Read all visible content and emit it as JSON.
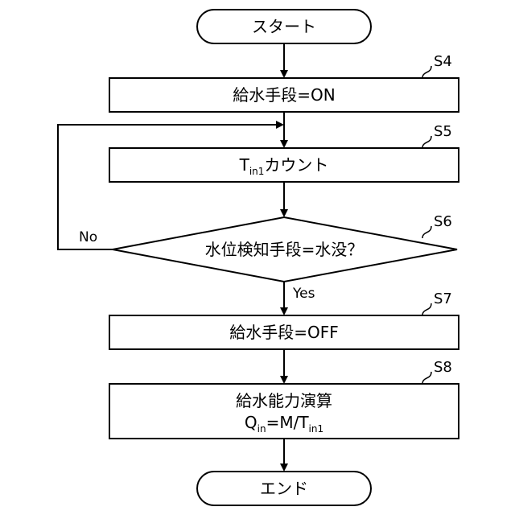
{
  "start": {
    "label": "スタート"
  },
  "end": {
    "label": "エンド"
  },
  "steps": {
    "s4": {
      "id": "S4",
      "label": "給水手段=ON"
    },
    "s5": {
      "id": "S5",
      "label_main": "T",
      "label_sub": "in1",
      "label_tail": "カウント"
    },
    "s6": {
      "id": "S6",
      "label": "水位検知手段=水没？",
      "yes": "Yes",
      "no": "No"
    },
    "s7": {
      "id": "S7",
      "label": "給水手段=OFF"
    },
    "s8": {
      "id": "S8",
      "label_line1": "給水能力演算",
      "line2_q": "Q",
      "line2_q_sub": "in",
      "line2_mid": "=M/T",
      "line2_t_sub": "in1"
    }
  }
}
